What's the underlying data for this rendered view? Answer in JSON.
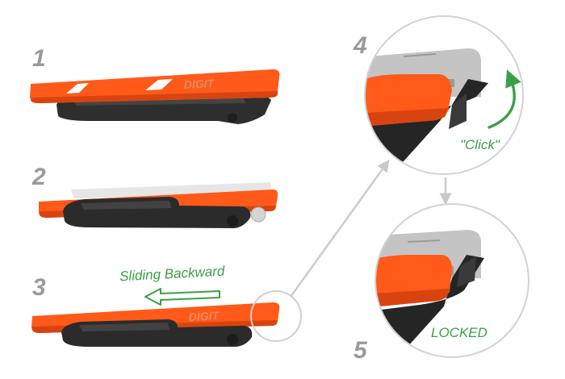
{
  "steps": [
    "1",
    "2",
    "3",
    "4",
    "5"
  ],
  "labels": {
    "sliding": "Sliding Backward",
    "click": "\"Click\"",
    "locked": "LOCKED"
  },
  "brand_text": "DIGIT",
  "colors": {
    "case_orange": "#ff5a1a",
    "case_dark": "#e04410",
    "clip_black": "#2b2b2b",
    "device_grey": "#c8c8c8",
    "accent_green": "#3aa048",
    "callout_grey": "#cfcfcf"
  }
}
